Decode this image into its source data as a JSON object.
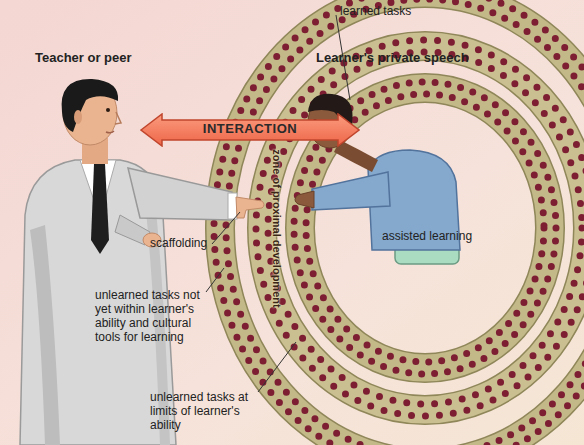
{
  "diagram": {
    "nodes": [
      {
        "text": [
          "INTERACTION"
        ]
      }
    ],
    "labels": [
      "learned tasks",
      "Teacher or peer",
      "Learner's private speech",
      "zone of proximal development",
      "scaffolding",
      "assisted learning",
      "unlearned tasks not yet within learner's ability and cultural tools for learning",
      "unlearned tasks at limits of learner's ability"
    ]
  }
}
